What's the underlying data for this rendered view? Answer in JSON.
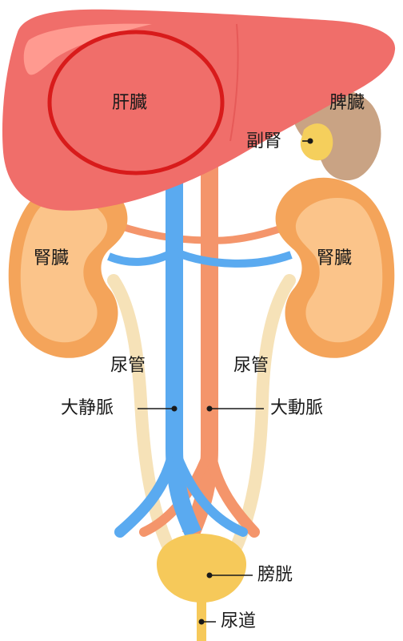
{
  "labels": {
    "liver": "肝臓",
    "spleen": "脾臓",
    "adrenal": "副腎",
    "kidney_left": "腎臓",
    "kidney_right": "腎臓",
    "ureter_left": "尿管",
    "ureter_right": "尿管",
    "vena_cava": "大静脈",
    "aorta": "大動脈",
    "bladder": "膀胱",
    "urethra": "尿道"
  },
  "colors": {
    "liver": "#f06e6a",
    "liver_highlight": "#ff9a90",
    "liver_circle": "#d81b1b",
    "spleen": "#c9a384",
    "adrenal": "#f5cf5c",
    "kidney": "#f4a45a",
    "kidney_inner": "#fbc48a",
    "ureter": "#f6e2b8",
    "vein": "#5aaaf0",
    "artery": "#f4956b",
    "bladder": "#f6c95a"
  }
}
